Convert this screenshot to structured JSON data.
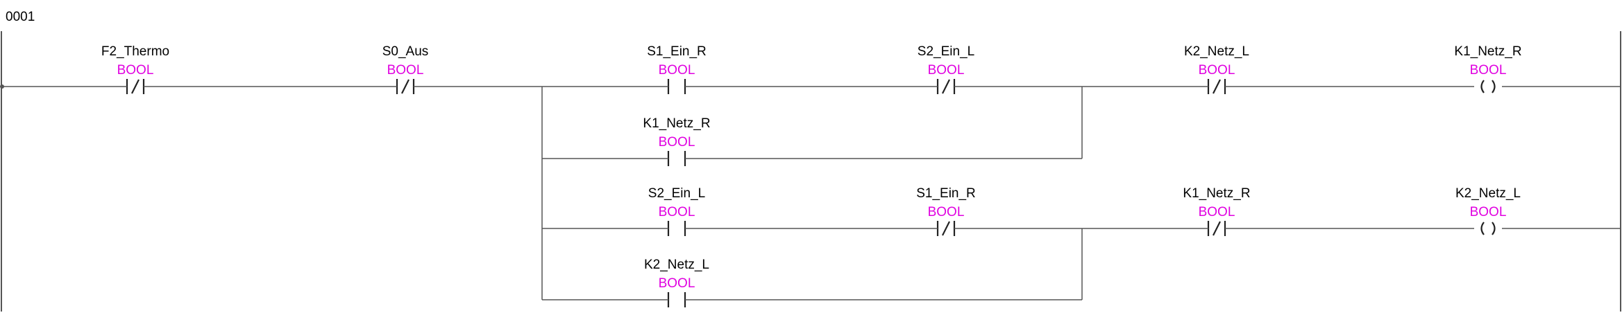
{
  "rung": {
    "number": "0001"
  },
  "colors": {
    "type_label": "#e000e0",
    "wire": "#555555",
    "symbol": "#222222"
  },
  "elements": [
    {
      "id": "f2-thermo",
      "name": "F2_Thermo",
      "type": "BOOL",
      "kind": "contact-nc"
    },
    {
      "id": "s0-aus",
      "name": "S0_Aus",
      "type": "BOOL",
      "kind": "contact-nc"
    },
    {
      "id": "s1-ein-r-a",
      "name": "S1_Ein_R",
      "type": "BOOL",
      "kind": "contact-no"
    },
    {
      "id": "s2-ein-l-a",
      "name": "S2_Ein_L",
      "type": "BOOL",
      "kind": "contact-nc"
    },
    {
      "id": "k2-netz-l-a",
      "name": "K2_Netz_L",
      "type": "BOOL",
      "kind": "contact-nc"
    },
    {
      "id": "k1-netz-r-coil",
      "name": "K1_Netz_R",
      "type": "BOOL",
      "kind": "coil"
    },
    {
      "id": "k1-netz-r-hold",
      "name": "K1_Netz_R",
      "type": "BOOL",
      "kind": "contact-no"
    },
    {
      "id": "s2-ein-l-b",
      "name": "S2_Ein_L",
      "type": "BOOL",
      "kind": "contact-no"
    },
    {
      "id": "s1-ein-r-b",
      "name": "S1_Ein_R",
      "type": "BOOL",
      "kind": "contact-nc"
    },
    {
      "id": "k1-netz-r-b",
      "name": "K1_Netz_R",
      "type": "BOOL",
      "kind": "contact-nc"
    },
    {
      "id": "k2-netz-l-coil",
      "name": "K2_Netz_L",
      "type": "BOOL",
      "kind": "coil"
    },
    {
      "id": "k2-netz-l-hold",
      "name": "K2_Netz_L",
      "type": "BOOL",
      "kind": "contact-no"
    }
  ]
}
